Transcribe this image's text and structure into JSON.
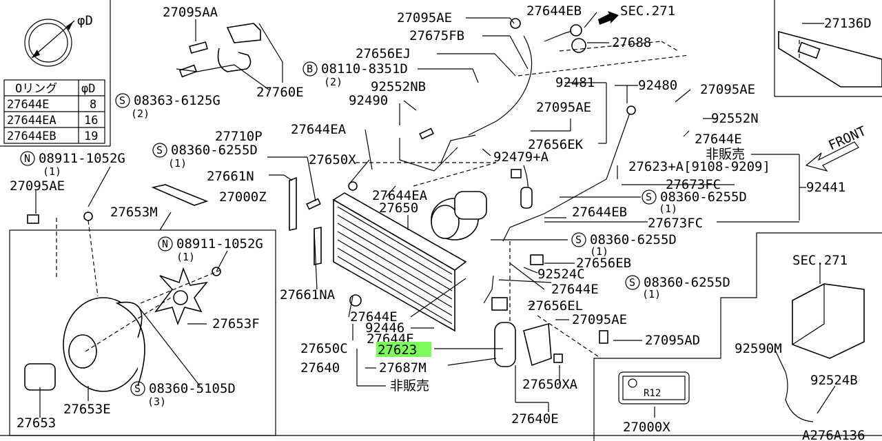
{
  "diagram": {
    "ref_code": "A276A136",
    "o_ring_table": {
      "header": [
        "Oリング",
        "φD"
      ],
      "rows": [
        [
          "27644E",
          "8"
        ],
        [
          "27644EA",
          "16"
        ],
        [
          "27644EB",
          "19"
        ]
      ],
      "dimension_label": "φD"
    },
    "labels": {
      "p27095AA": "27095AA",
      "p27760E": "27760E",
      "p08363": "08363-6125G",
      "p08363_qty": "(2)",
      "p27710P": "27710P",
      "p08911a": "08911-1052G",
      "p08911a_qty": "(1)",
      "p27095AE_l": "27095AE",
      "p27653M": "27653M",
      "p27000Z": "27000Z",
      "p27661N": "27661N",
      "p08360a": "08360-6255D",
      "p08360a_qty": "(1)",
      "p08911b": "08911-1052G",
      "p08911b_qty": "(1)",
      "p27653F": "27653F",
      "p08360b": "08360-5105D",
      "p08360b_qty": "(3)",
      "p27653E": "27653E",
      "p27653": "27653",
      "p27095AE_t": "27095AE",
      "p27675FB": "27675FB",
      "p27656EJ": "27656EJ",
      "p08110": "08110-8351D",
      "p08110_qty": "(2)",
      "p92552NB": "92552NB",
      "p92490": "92490",
      "p27644EA_a": "27644EA",
      "p27650X": "27650X",
      "p27644EA_b": "27644EA",
      "p27650": "27650",
      "p27661NA": "27661NA",
      "p27644E_a": "27644E",
      "p92446": "92446",
      "p27644E_b": "27644E",
      "p27650C": "27650C",
      "p27623": "27623",
      "p27640": "27640",
      "p27687M": "27687M",
      "hihanbai_b": "非販売",
      "p27644EB_t": "27644EB",
      "sec271_t": "SEC.271",
      "p27688": "27688",
      "p92481": "92481",
      "p92480": "92480",
      "p27095AE_m": "27095AE",
      "p27656EK": "27656EK",
      "p92479A": "92479+A",
      "p27095AE_r": "27095AE",
      "p92552N": "92552N",
      "p27644E_r": "27644E",
      "hihanbai_r": "非販売",
      "p27623A": "27623+A[9108-9209]",
      "p27673FC_a": "27673FC",
      "p92441": "92441",
      "p08360c": "08360-6255D",
      "p08360c_qty": "(1)",
      "p27644EB_m": "27644EB",
      "p27673FC_b": "27673FC",
      "p08360d": "08360-6255D",
      "p08360d_qty": "(1)",
      "p27656EB": "27656EB",
      "p92524C": "92524C",
      "p27644E_m": "27644E",
      "p08360e": "08360-6255D",
      "p08360e_qty": "(1)",
      "p27656EL": "27656EL",
      "p27095AE_b": "27095AE",
      "p27095AD": "27095AD",
      "p27650XA": "27650XA",
      "p27640E": "27640E",
      "p27136D": "27136D",
      "front": "FRONT",
      "sec271_b": "SEC.271",
      "p92590M": "92590M",
      "p92524B": "92524B",
      "p27000X": "27000X",
      "r12": "R12"
    }
  },
  "colors": {
    "highlight": "#7CFC5A",
    "ink": "#000000"
  }
}
